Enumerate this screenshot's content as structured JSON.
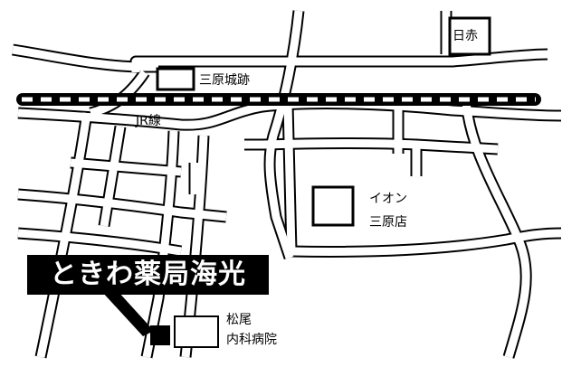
{
  "map": {
    "labels": {
      "castle_ruins": "三原城跡",
      "jr_line": "JR線",
      "red_cross": "日赤",
      "aeon_line1": "イオン",
      "aeon_line2": "三原店",
      "clinic_line1": "松尾",
      "clinic_line2": "内科病院",
      "pharmacy": "ときわ薬局海光"
    },
    "colors": {
      "ink": "#000000",
      "paper": "#ffffff"
    }
  }
}
